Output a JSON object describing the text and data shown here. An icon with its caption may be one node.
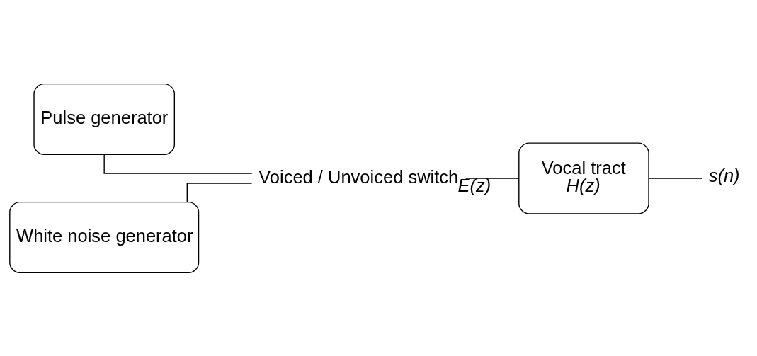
{
  "diagram": {
    "nodes": [
      {
        "text": [
          "Pulse generator"
        ]
      },
      {
        "text": [
          "White noise generator"
        ]
      },
      {
        "text": [
          "Voiced / Unvoiced switch"
        ]
      },
      {
        "text": [
          "Vocal tract",
          "H(z)"
        ]
      },
      {
        "text": [
          "s(n)"
        ]
      }
    ],
    "edges": [
      {
        "from": 0,
        "to": 2,
        "arrow": "none"
      },
      {
        "from": 1,
        "to": 2,
        "arrow": "none"
      },
      {
        "from": 2,
        "to": 3,
        "arrow": "none",
        "label": "E(z)"
      },
      {
        "from": 3,
        "to": 4,
        "arrow": "none"
      }
    ]
  }
}
